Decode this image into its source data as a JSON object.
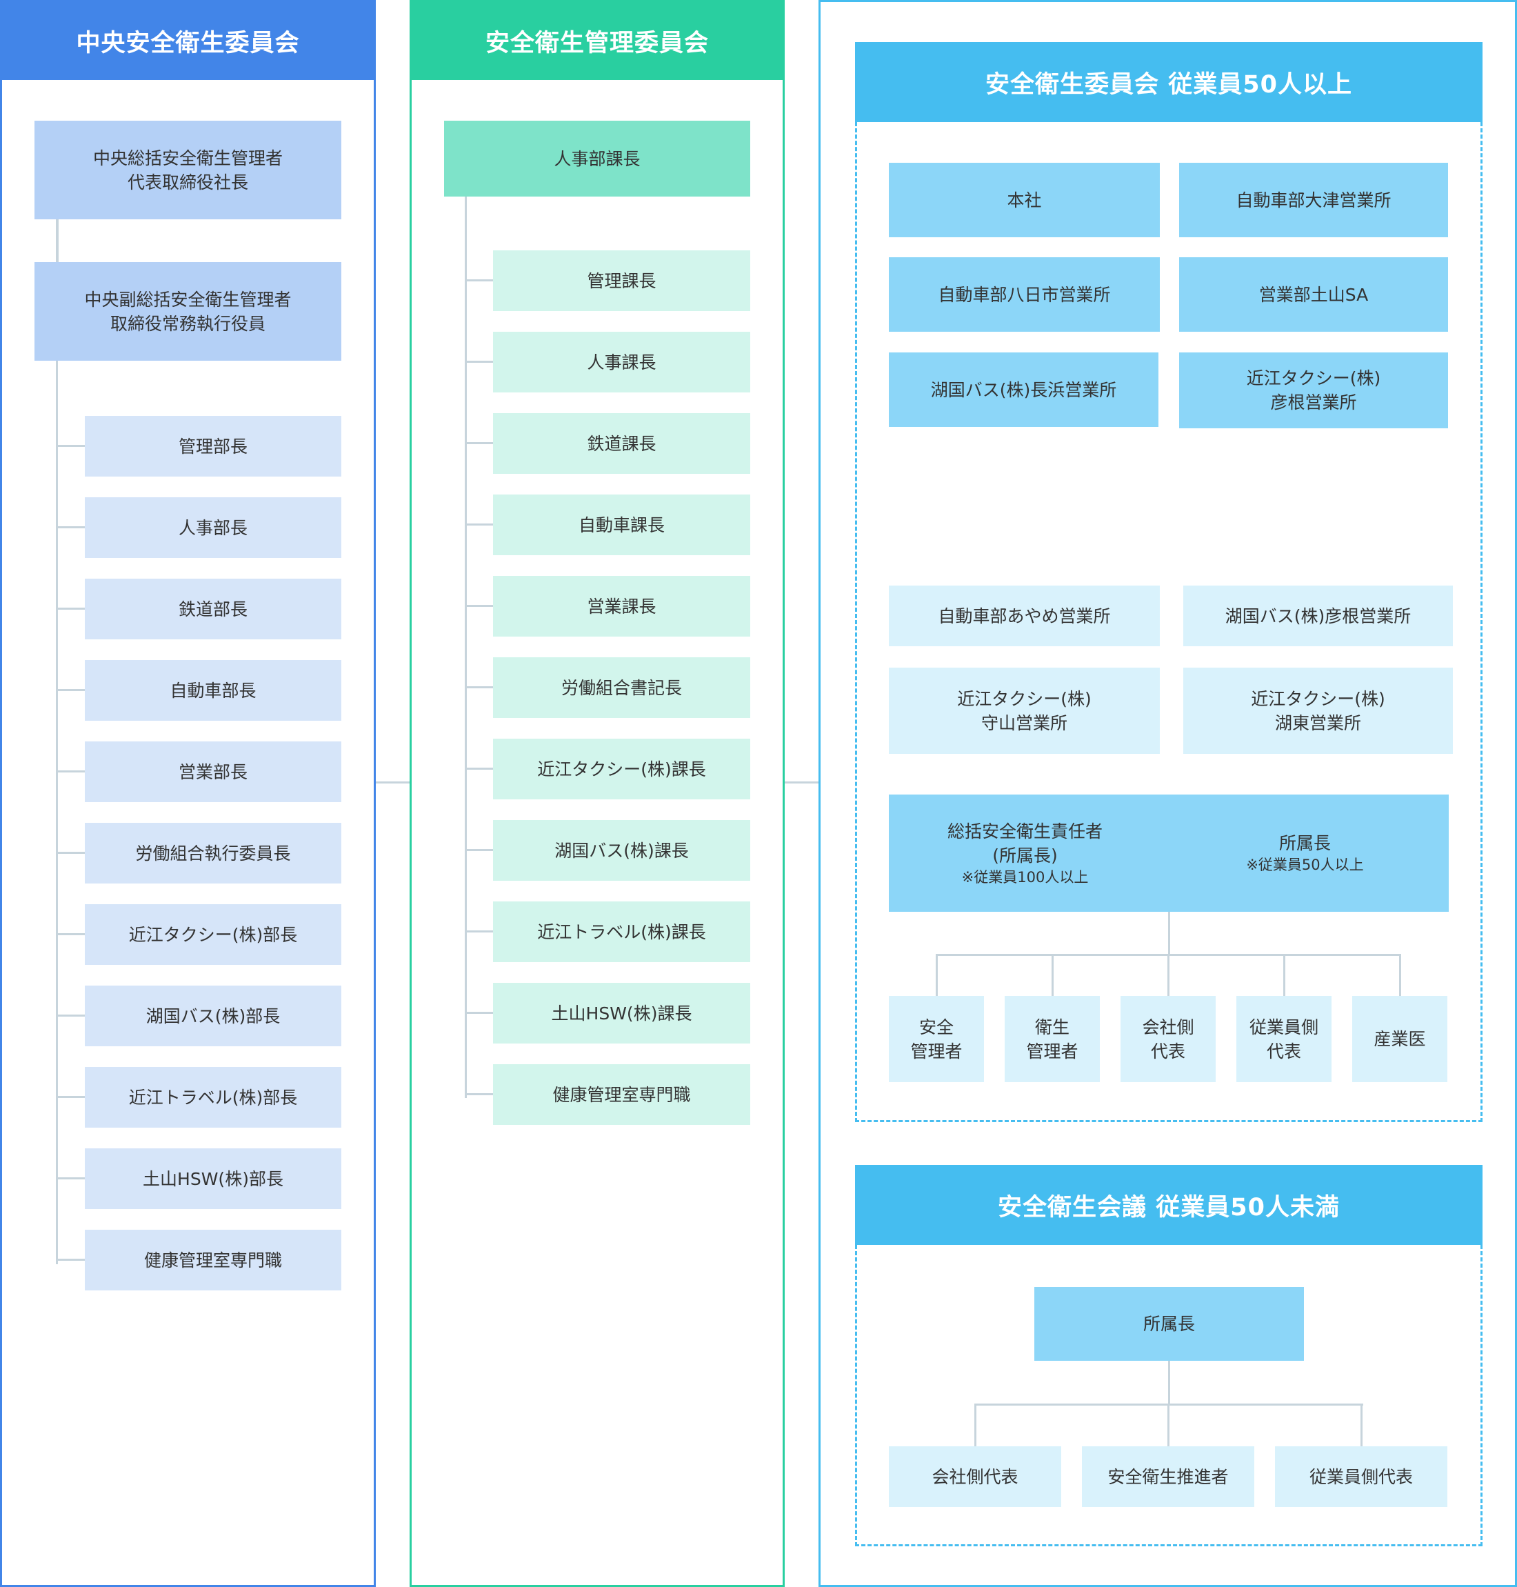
{
  "colors": {
    "blue": "#4285e8",
    "green": "#29cfa0",
    "sky": "#45bdf0",
    "line": "#c7d4dc"
  },
  "col1": {
    "title": "中央安全衛生委員会",
    "head1": "中央総括安全衛生管理者\n代表取締役社長",
    "head2": "中央副総括安全衛生管理者\n取締役常務執行役員",
    "items": [
      "管理部長",
      "人事部長",
      "鉄道部長",
      "自動車部長",
      "営業部長",
      "労働組合執行委員長",
      "近江タクシー(株)部長",
      "湖国バス(株)部長",
      "近江トラベル(株)部長",
      "土山HSW(株)部長",
      "健康管理室専門職"
    ]
  },
  "col2": {
    "title": "安全衛生管理委員会",
    "head": "人事部課長",
    "items": [
      "管理課長",
      "人事課長",
      "鉄道課長",
      "自動車課長",
      "営業課長",
      "労働組合書記長",
      "近江タクシー(株)課長",
      "湖国バス(株)課長",
      "近江トラベル(株)課長",
      "土山HSW(株)課長",
      "健康管理室専門職"
    ]
  },
  "col3": {
    "section1": {
      "title": "安全衛生委員会 従業員50人以上",
      "offices_dark": [
        "本社",
        "自動車部大津営業所",
        "自動車部八日市営業所",
        "営業部土山SA",
        "湖国バス(株)長浜営業所",
        "近江タクシー(株)\n彦根営業所"
      ],
      "offices_light": [
        "自動車部あやめ営業所",
        "湖国バス(株)彦根営業所",
        "近江タクシー(株)\n守山営業所",
        "近江タクシー(株)\n湖東営業所"
      ],
      "leader_left": "総括安全衛生責任者\n(所属長)",
      "leader_left_note": "※従業員100人以上",
      "leader_right": "所属長",
      "leader_right_note": "※従業員50人以上",
      "members": [
        "安全\n管理者",
        "衛生\n管理者",
        "会社側\n代表",
        "従業員側\n代表",
        "産業医"
      ]
    },
    "section2": {
      "title": "安全衛生会議 従業員50人未満",
      "head": "所属長",
      "members": [
        "会社側代表",
        "安全衛生推進者",
        "従業員側代表"
      ]
    }
  }
}
